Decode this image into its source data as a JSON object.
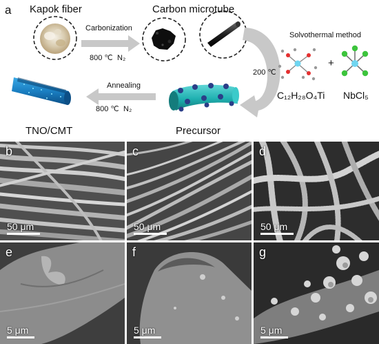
{
  "scheme": {
    "panel_label": "a",
    "kapok_label": "Kapok fiber",
    "carbon_label": "Carbon microtube",
    "carbonization_label": "Carbonization",
    "carbonization_temp": "800 ℃",
    "carbonization_gas": "N₂",
    "solvothermal_label": "Solvothermal method",
    "solvothermal_temp": "200 ℃",
    "plus_sign": "+",
    "reagent_ti": "C₁₂H₂₈O₄Ti",
    "reagent_nb": "NbCl₅",
    "annealing_label": "Annealing",
    "annealing_temp": "800 ℃",
    "annealing_gas": "N₂",
    "tno_label": "TNO/CMT",
    "precursor_label": "Precursor",
    "colors": {
      "arrow_gray": "#c8c8c8",
      "cmt_blue": "#1a7fc2",
      "precursor_teal": "#1fb0b0",
      "bead_navy": "#2b3e88",
      "nb_green": "#3cc43c",
      "ti_cyan": "#6fd5f0",
      "o_red": "#e53030"
    }
  },
  "sem_panels": [
    {
      "label": "b",
      "scale": "50 μm"
    },
    {
      "label": "c",
      "scale": "50 μm"
    },
    {
      "label": "d",
      "scale": "50 μm"
    },
    {
      "label": "e",
      "scale": "5 μm"
    },
    {
      "label": "f",
      "scale": "5 μm"
    },
    {
      "label": "g",
      "scale": "5 μm"
    }
  ]
}
